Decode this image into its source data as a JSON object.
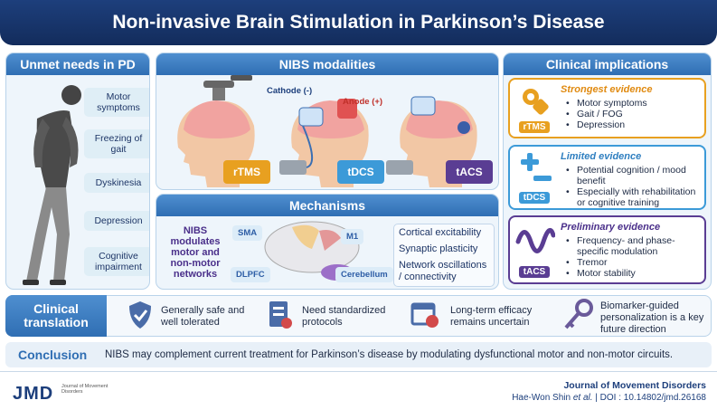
{
  "title": "Non-invasive Brain Stimulation in Parkinson’s Disease",
  "unmet_needs": {
    "header": "Unmet needs in PD",
    "items": [
      "Motor symptoms",
      "Freezing of gait",
      "Dyskinesia",
      "Depression",
      "Cognitive impairment"
    ]
  },
  "modalities": {
    "header": "NIBS modalities",
    "cathode": "Cathode (-)",
    "anode": "Anode (+)",
    "badges": [
      "rTMS",
      "tDCS",
      "tACS"
    ]
  },
  "mechanisms": {
    "header": "Mechanisms",
    "left_text": "NIBS modulates motor and non-motor networks",
    "regions": [
      "SMA",
      "M1",
      "DLPFC",
      "Cerebellum"
    ],
    "list": [
      "Cortical excitability",
      "Synaptic plasticity",
      "Network oscillations / connectivity"
    ]
  },
  "clinical": {
    "header": "Clinical implications",
    "boxes": [
      {
        "badge": "rTMS",
        "title": "Strongest evidence",
        "items": [
          "Motor symptoms",
          "Gait / FOG",
          "Depression"
        ],
        "color": "#e8a020"
      },
      {
        "badge": "tDCS",
        "title": "Limited evidence",
        "items": [
          "Potential cognition / mood benefit",
          "Especially with rehabilitation or cognitive training"
        ],
        "color": "#3c9ad8"
      },
      {
        "badge": "tACS",
        "title": "Preliminary evidence",
        "items": [
          "Frequency- and phase-specific modulation",
          "Tremor",
          "Motor stability"
        ],
        "color": "#5a3d93"
      }
    ]
  },
  "translation": {
    "label": "Clinical translation",
    "items": [
      "Generally safe and well tolerated",
      "Need standardized protocols",
      "Long-term efficacy remains uncertain",
      "Biomarker-guided personalization is a key future direction"
    ]
  },
  "conclusion": {
    "label": "Conclusion",
    "text": "NIBS may complement current treatment for Parkinson’s disease by modulating dysfunctional motor and non-motor circuits."
  },
  "footer": {
    "logo": "JMD",
    "logo_sub": "Journal of Movement Disorders",
    "journal": "Journal of Movement Disorders",
    "citation_authors": "Hae-Won Shin ",
    "citation_etal": "et al.",
    "citation_rest": " | DOI : 10.14802/jmd.26168"
  },
  "colors": {
    "navy": "#1d3f7c",
    "blue": "#2f6eb3",
    "rtms": "#e8a020",
    "tdcs": "#3c9ad8",
    "tacs": "#5a3d93"
  }
}
